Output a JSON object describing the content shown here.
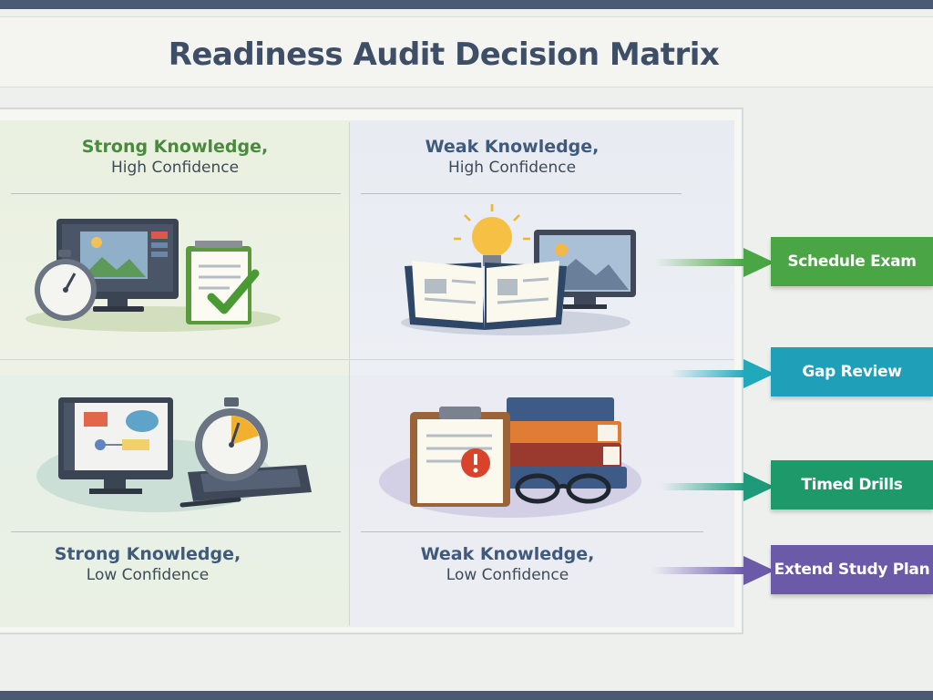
{
  "title": "Readiness Audit Decision Matrix",
  "quadrants": {
    "top_left": {
      "line1": "Strong Knowledge,",
      "line2": "High Confidence"
    },
    "top_right": {
      "line1": "Weak Knowledge,",
      "line2": "High Confidence"
    },
    "bottom_left": {
      "line1": "Strong Knowledge,",
      "line2": "Low Confidence"
    },
    "bottom_right": {
      "line1": "Weak Knowledge,",
      "line2": "Low Confidence"
    }
  },
  "actions": [
    {
      "label": "Schedule Exam",
      "color": "#4aa544"
    },
    {
      "label": "Gap Review",
      "color": "#1f9fb8"
    },
    {
      "label": "Timed Drills",
      "color": "#1e9a6a"
    },
    {
      "label": "Extend Study Plan",
      "color": "#6b5aa8"
    }
  ],
  "icons": {
    "top_left": [
      "monitor-icon",
      "stopwatch-icon",
      "checklist-icon"
    ],
    "top_right": [
      "lightbulb-icon",
      "open-book-icon",
      "monitor-icon"
    ],
    "bottom_left": [
      "monitor-icon",
      "stopwatch-icon",
      "tablet-icon"
    ],
    "bottom_right": [
      "clipboard-alert-icon",
      "book-stack-icon",
      "glasses-icon"
    ]
  }
}
